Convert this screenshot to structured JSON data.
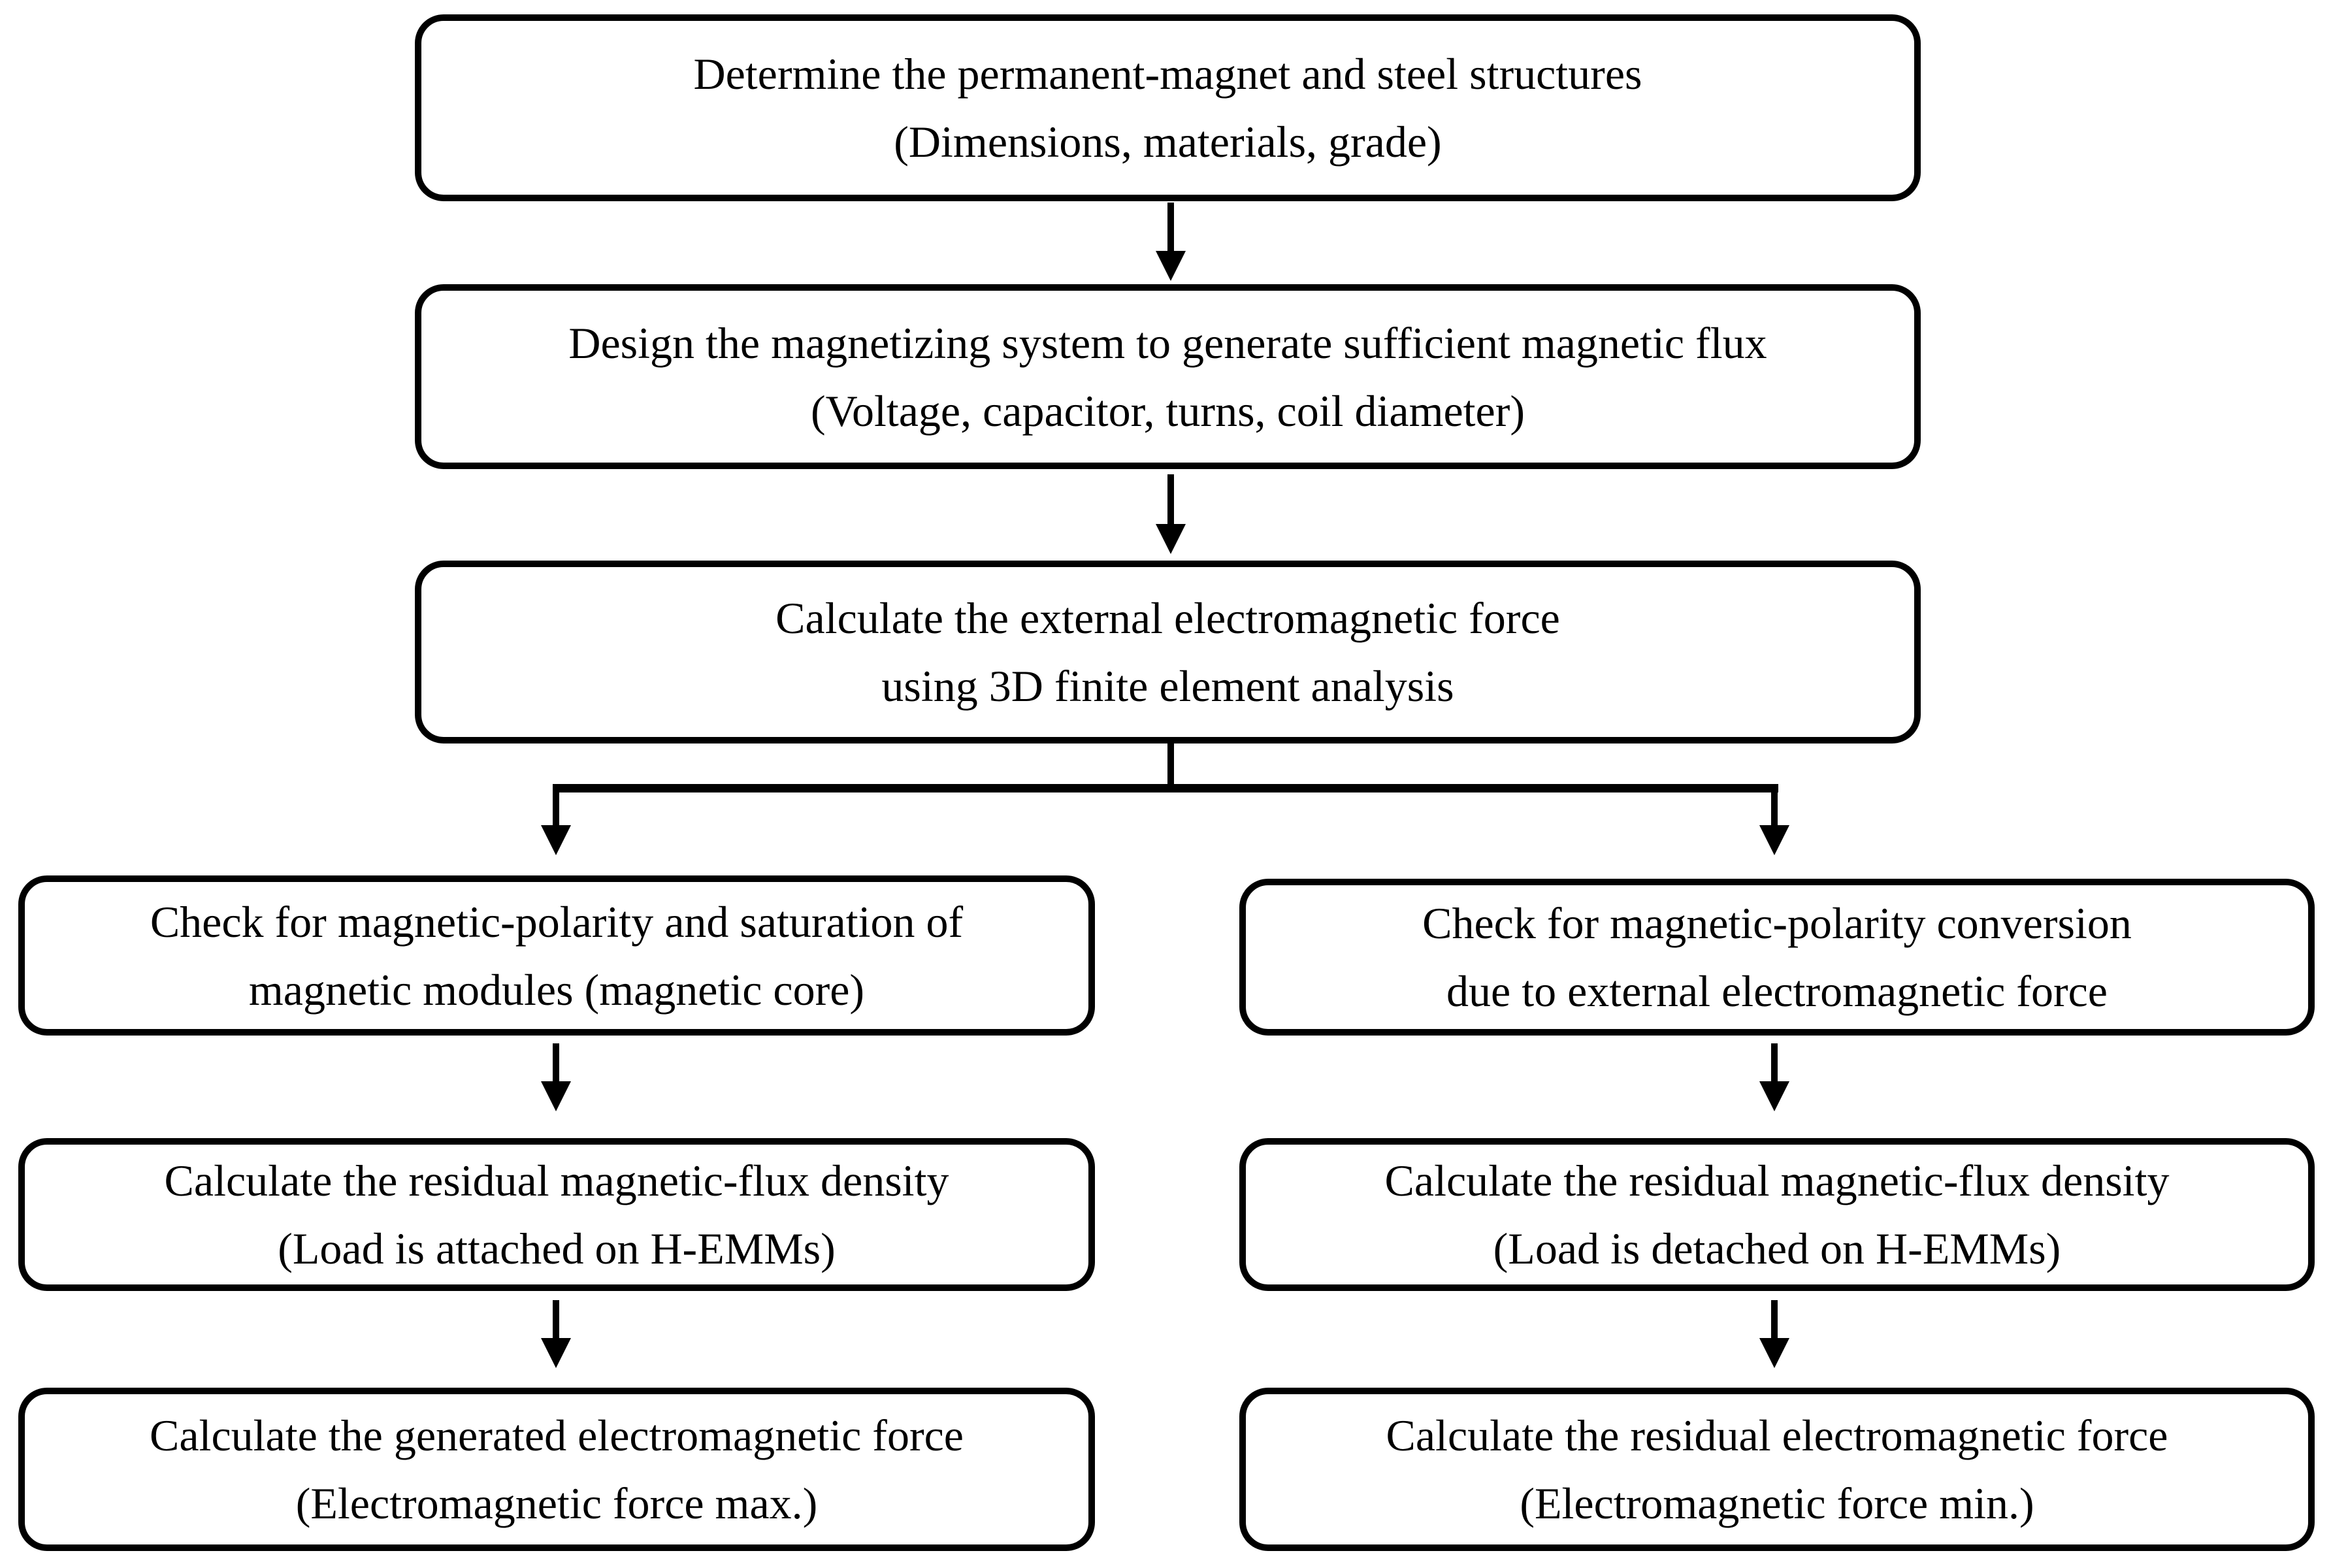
{
  "diagram": {
    "type": "flowchart",
    "colors": {
      "background": "#ffffff",
      "box_fill": "#ffffff",
      "stroke": "#000000",
      "text": "#000000"
    },
    "boxes": {
      "step1": {
        "line1": "Determine the permanent-magnet and steel structures",
        "line2": "(Dimensions, materials, grade)"
      },
      "step2": {
        "line1": "Design the magnetizing system to generate sufficient magnetic flux",
        "line2": "(Voltage, capacitor, turns, coil diameter)"
      },
      "step3": {
        "line1": "Calculate the external electromagnetic force",
        "line2": "using 3D finite element analysis"
      },
      "left1": {
        "line1": "Check for magnetic-polarity and saturation of",
        "line2": "magnetic modules (magnetic core)"
      },
      "left2": {
        "line1": "Calculate the residual magnetic-flux density",
        "line2": "(Load is attached on H-EMMs)"
      },
      "left3": {
        "line1": "Calculate the generated electromagnetic force",
        "line2": "(Electromagnetic force max.)"
      },
      "right1": {
        "line1": "Check for magnetic-polarity conversion",
        "line2": "due to external electromagnetic force"
      },
      "right2": {
        "line1": "Calculate the residual magnetic-flux density",
        "line2": "(Load is detached on H-EMMs)"
      },
      "right3": {
        "line1": "Calculate the residual electromagnetic force",
        "line2": "(Electromagnetic force min.)"
      }
    }
  }
}
